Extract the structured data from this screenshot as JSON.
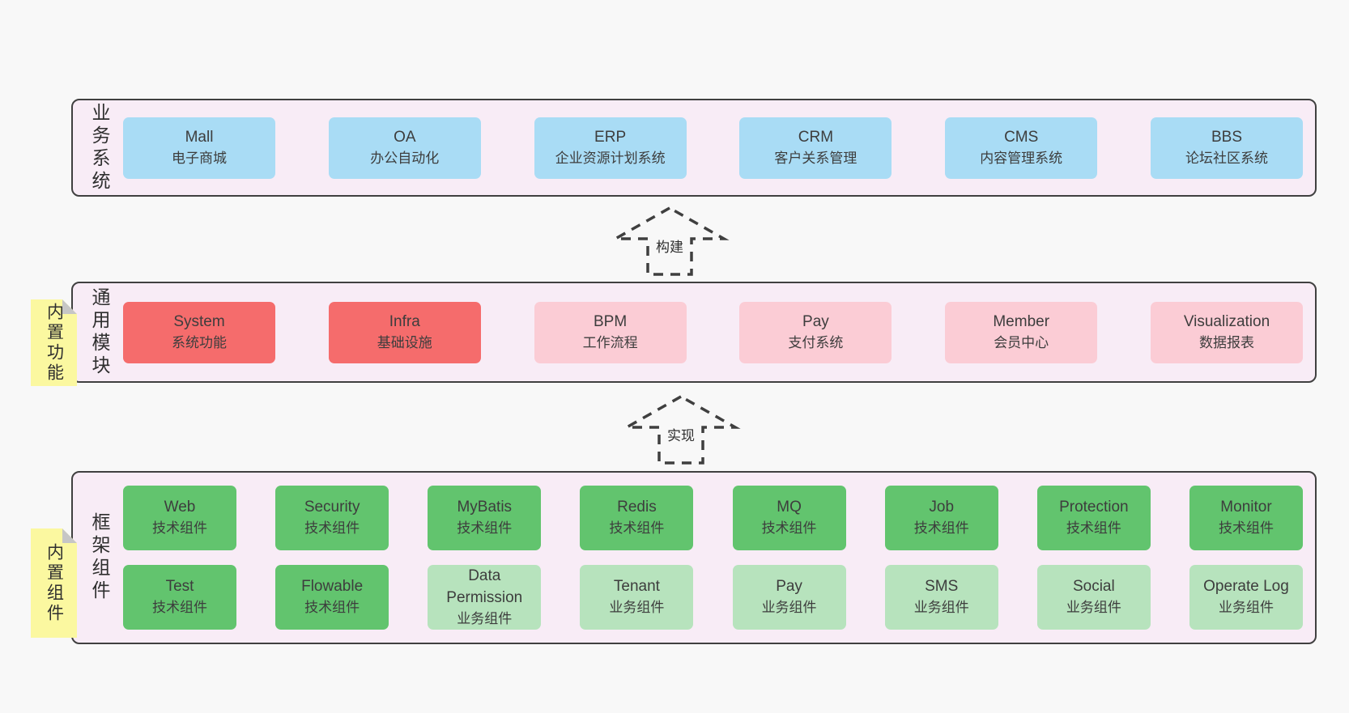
{
  "colors": {
    "page_bg": "#f8f8f8",
    "band_bg": "#f8ecf6",
    "band_border": "#404040",
    "blue": "#a9dcf5",
    "red": "#f56c6c",
    "pink": "#fbccd5",
    "green": "#62c46e",
    "light_green": "#b7e3bd",
    "sticky_yellow": "#fbf8a0",
    "sticky_fold": "#c6c6c6",
    "text": "#3d3d3d"
  },
  "arrows": [
    {
      "label": "构建"
    },
    {
      "label": "实现"
    }
  ],
  "bands": [
    {
      "label": "业务系统",
      "sticky": null,
      "rows": [
        [
          {
            "title": "Mall",
            "subtitle": "电子商城",
            "color": "blue"
          },
          {
            "title": "OA",
            "subtitle": "办公自动化",
            "color": "blue"
          },
          {
            "title": "ERP",
            "subtitle": "企业资源计划系统",
            "color": "blue"
          },
          {
            "title": "CRM",
            "subtitle": "客户关系管理",
            "color": "blue"
          },
          {
            "title": "CMS",
            "subtitle": "内容管理系统",
            "color": "blue"
          },
          {
            "title": "BBS",
            "subtitle": "论坛社区系统",
            "color": "blue"
          }
        ]
      ]
    },
    {
      "label": "通用模块",
      "sticky": "内置功能",
      "rows": [
        [
          {
            "title": "System",
            "subtitle": "系统功能",
            "color": "red"
          },
          {
            "title": "Infra",
            "subtitle": "基础设施",
            "color": "red"
          },
          {
            "title": "BPM",
            "subtitle": "工作流程",
            "color": "pink"
          },
          {
            "title": "Pay",
            "subtitle": "支付系统",
            "color": "pink"
          },
          {
            "title": "Member",
            "subtitle": "会员中心",
            "color": "pink"
          },
          {
            "title": "Visualization",
            "subtitle": "数据报表",
            "color": "pink"
          }
        ]
      ]
    },
    {
      "label": "框架组件",
      "sticky": "内置组件",
      "rows": [
        [
          {
            "title": "Web",
            "subtitle": "技术组件",
            "color": "green"
          },
          {
            "title": "Security",
            "subtitle": "技术组件",
            "color": "green"
          },
          {
            "title": "MyBatis",
            "subtitle": "技术组件",
            "color": "green"
          },
          {
            "title": "Redis",
            "subtitle": "技术组件",
            "color": "green"
          },
          {
            "title": "MQ",
            "subtitle": "技术组件",
            "color": "green"
          },
          {
            "title": "Job",
            "subtitle": "技术组件",
            "color": "green"
          },
          {
            "title": "Protection",
            "subtitle": "技术组件",
            "color": "green"
          },
          {
            "title": "Monitor",
            "subtitle": "技术组件",
            "color": "green"
          }
        ],
        [
          {
            "title": "Test",
            "subtitle": "技术组件",
            "color": "green"
          },
          {
            "title": "Flowable",
            "subtitle": "技术组件",
            "color": "green"
          },
          {
            "title": "Data Permission",
            "subtitle": "业务组件",
            "color": "light_green"
          },
          {
            "title": "Tenant",
            "subtitle": "业务组件",
            "color": "light_green"
          },
          {
            "title": "Pay",
            "subtitle": "业务组件",
            "color": "light_green"
          },
          {
            "title": "SMS",
            "subtitle": "业务组件",
            "color": "light_green"
          },
          {
            "title": "Social",
            "subtitle": "业务组件",
            "color": "light_green"
          },
          {
            "title": "Operate Log",
            "subtitle": "业务组件",
            "color": "light_green"
          }
        ]
      ]
    }
  ]
}
